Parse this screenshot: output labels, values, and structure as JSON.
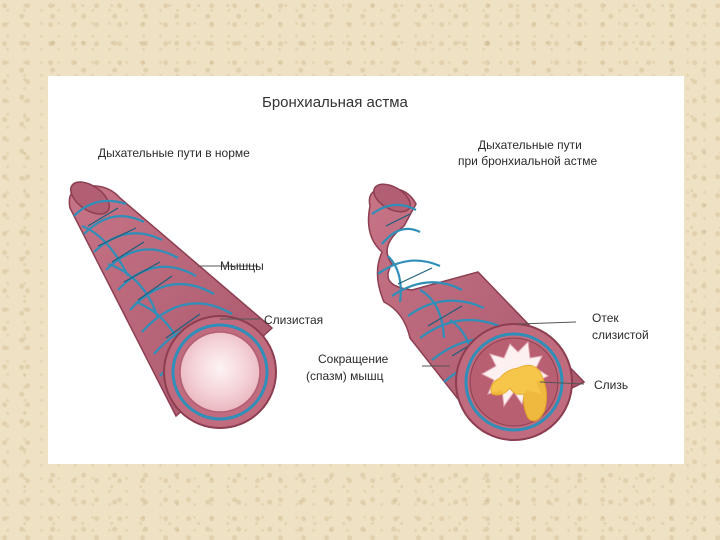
{
  "diagram": {
    "title": "Бронхиальная астма",
    "left_heading": "Дыхательные пути в норме",
    "right_heading_line1": "Дыхательные пути",
    "right_heading_line2": "при бронхиальной астме",
    "labels": {
      "muscles": "Мышцы",
      "mucosa": "Слизистая",
      "contraction_line1": "Сокращение",
      "contraction_line2": "(спазм) мышц",
      "edema_line1": "Отек",
      "edema_line2": "слизистой",
      "mucus": "Слизь"
    },
    "colors": {
      "tube": "#c06b7e",
      "tube_dark": "#8d3e50",
      "muscle": "#2f8fb8",
      "lumen": "#f4d6da",
      "mucus": "#f6c23a"
    }
  }
}
